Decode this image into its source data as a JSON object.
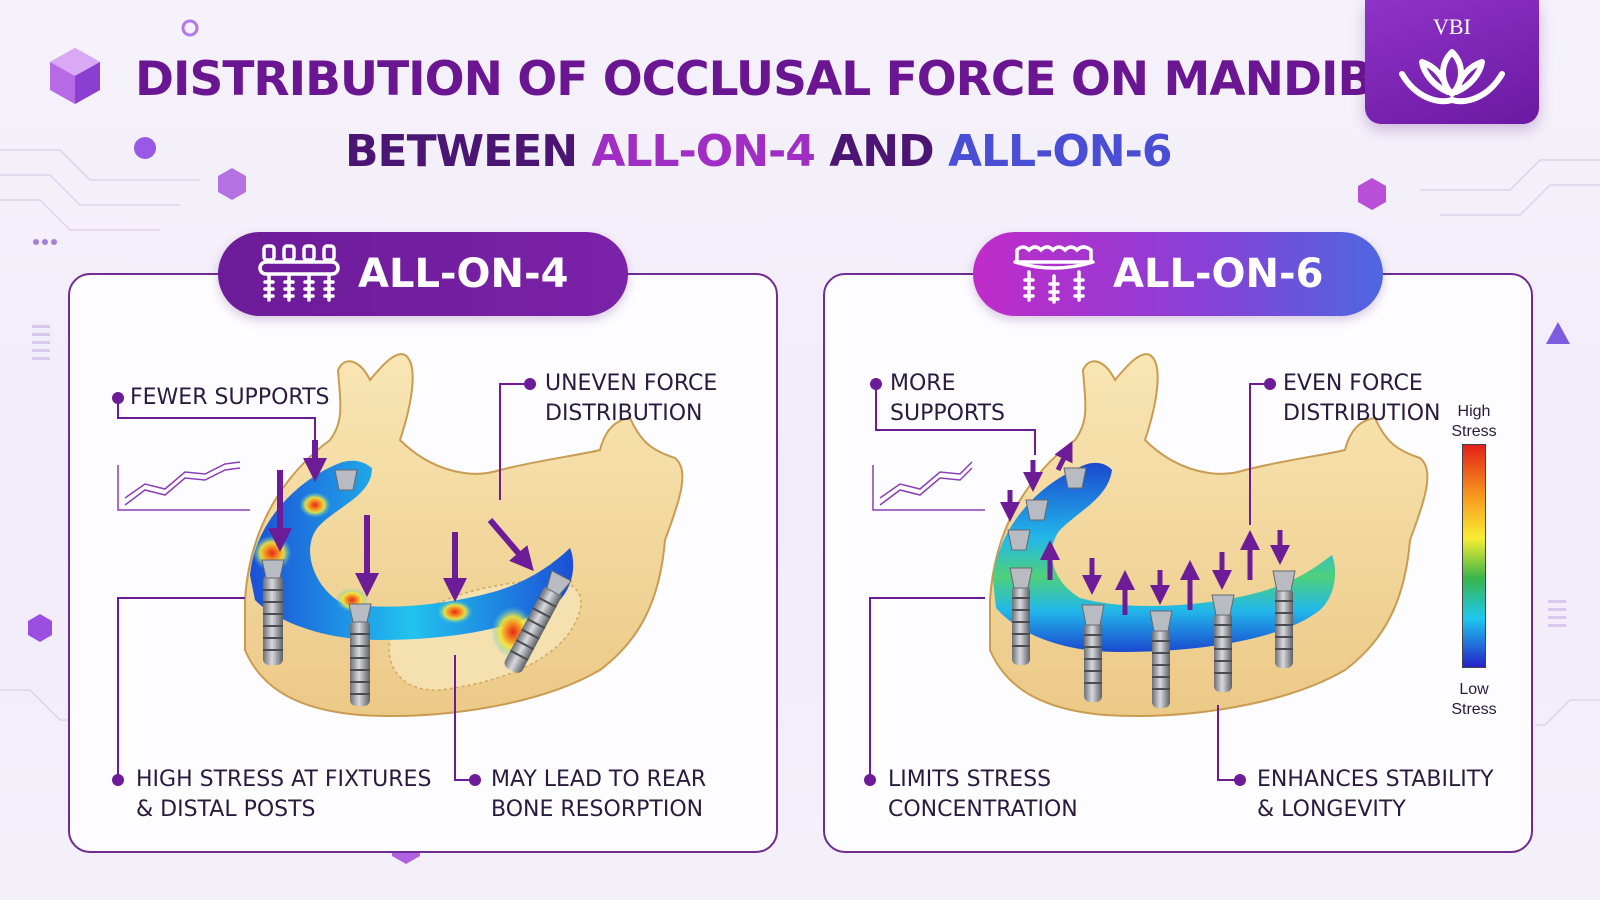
{
  "title": {
    "line1": "DISTRIBUTION OF OCCLUSAL FORCE ON MANDIBLE",
    "line2_prefix": "BETWEEN ",
    "line2_highlight1": "ALL-ON-4",
    "line2_middle": " AND ",
    "line2_highlight2": "ALL-ON-6"
  },
  "logo": {
    "text": "VBI",
    "icon": "lotus-icon"
  },
  "panels": {
    "left": {
      "heading": "ALL-ON-4",
      "icon": "implant-bridge-icon",
      "labels": {
        "top_left": [
          "FEWER SUPPORTS"
        ],
        "top_right": [
          "UNEVEN FORCE",
          "DISTRIBUTION"
        ],
        "bottom_left": [
          "HIGH STRESS AT FIXTURES",
          "& DISTAL POSTS"
        ],
        "bottom_right": [
          "MAY LEAD TO REAR",
          "BONE RESORPTION"
        ]
      }
    },
    "right": {
      "heading": "ALL-ON-6",
      "icon": "implant-bridge-icon",
      "labels": {
        "top_left": [
          "MORE",
          "SUPPORTS"
        ],
        "top_right": [
          "EVEN FORCE",
          "DISTRIBUTION"
        ],
        "bottom_left": [
          "LIMITS STRESS",
          "CONCENTRATION"
        ],
        "bottom_right": [
          "ENHANCES STABILITY",
          "& LONGEVITY"
        ]
      },
      "legend": {
        "high": [
          "High",
          "Stress"
        ],
        "low": [
          "Low",
          "Stress"
        ]
      }
    }
  },
  "colors": {
    "primary_purple": "#6a1591",
    "all_on_4": "#a12ec4",
    "all_on_6": "#4a4ed4",
    "bone": "#f4dca0",
    "stress_high": "#e3211a",
    "stress_low": "#2424c8"
  }
}
